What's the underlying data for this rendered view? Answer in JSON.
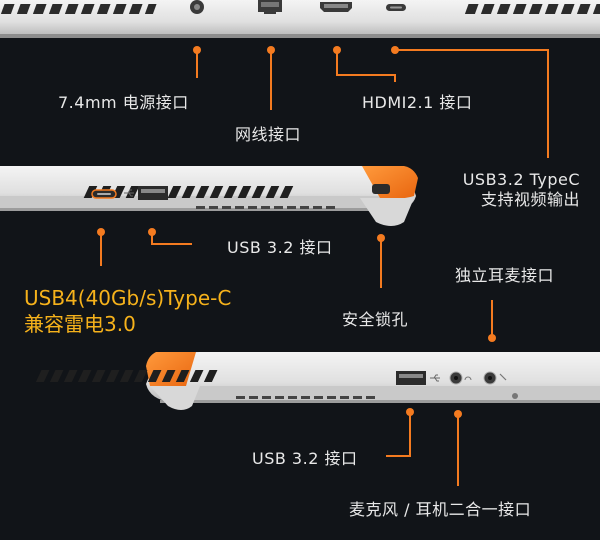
{
  "colors": {
    "background": "#111418",
    "accent_orange": "#f47b20",
    "highlight_text": "#f6b21b",
    "label_text": "#e8e8e8",
    "chassis": "#e6e6e6"
  },
  "labels": {
    "power_port": "7.4mm 电源接口",
    "ethernet_port": "网线接口",
    "hdmi_port": "HDMI2.1 接口",
    "usb_typec_line1": "USB3.2 TypeC",
    "usb_typec_line2": "支持视频输出",
    "usb_left": "USB 3.2 接口",
    "usb4_line1": "USB4(40Gb/s)Type-C",
    "usb4_line2": "兼容雷电3.0",
    "security_lock": "安全锁孔",
    "headset_jack": "独立耳麦接口",
    "usb_right": "USB 3.2 接口",
    "mic_headphone_combo": "麦克风 / 耳机二合一接口"
  },
  "icons": [
    "dc-power-port-icon",
    "ethernet-port-icon",
    "hdmi-port-icon",
    "usb-c-port-icon",
    "usb-symbol-icon",
    "headphone-icon",
    "microphone-icon",
    "kensington-lock-icon"
  ]
}
